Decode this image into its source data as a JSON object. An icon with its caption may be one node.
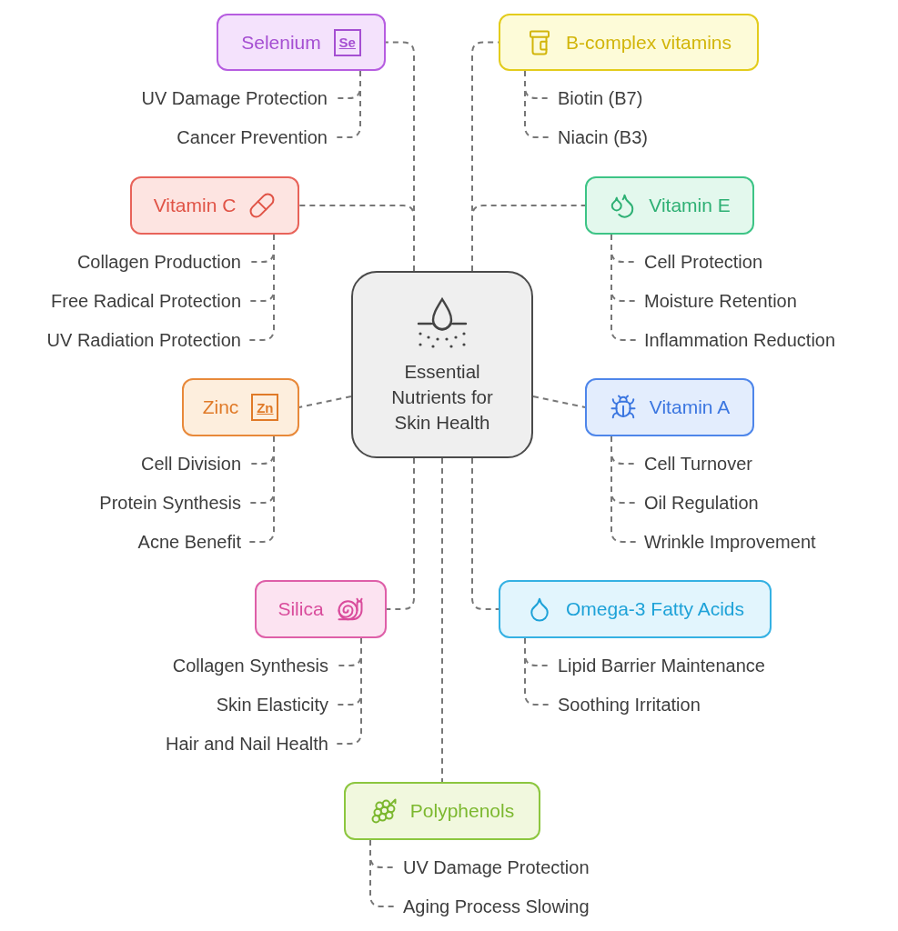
{
  "diagram": {
    "nodes": [
      {
        "text": [
          "Essential Nutrients for Skin Health"
        ]
      },
      {
        "text": [
          "Selenium",
          "Se"
        ]
      },
      {
        "text": [
          "UV Damage Protection"
        ]
      },
      {
        "text": [
          "Cancer Prevention"
        ]
      },
      {
        "text": [
          "B-complex vitamins"
        ]
      },
      {
        "text": [
          "Biotin (B7)"
        ]
      },
      {
        "text": [
          "Niacin (B3)"
        ]
      },
      {
        "text": [
          "Vitamin C"
        ]
      },
      {
        "text": [
          "Collagen Production"
        ]
      },
      {
        "text": [
          "Free Radical Protection"
        ]
      },
      {
        "text": [
          "UV Radiation Protection"
        ]
      },
      {
        "text": [
          "Vitamin E"
        ]
      },
      {
        "text": [
          "Cell Protection"
        ]
      },
      {
        "text": [
          "Moisture Retention"
        ]
      },
      {
        "text": [
          "Inflammation Reduction"
        ]
      },
      {
        "text": [
          "Zinc",
          "Zn"
        ]
      },
      {
        "text": [
          "Cell Division"
        ]
      },
      {
        "text": [
          "Protein Synthesis"
        ]
      },
      {
        "text": [
          "Acne Benefit"
        ]
      },
      {
        "text": [
          "Vitamin A"
        ]
      },
      {
        "text": [
          "Cell Turnover"
        ]
      },
      {
        "text": [
          "Oil Regulation"
        ]
      },
      {
        "text": [
          "Wrinkle Improvement"
        ]
      },
      {
        "text": [
          "Silica"
        ]
      },
      {
        "text": [
          "Collagen Synthesis"
        ]
      },
      {
        "text": [
          "Skin Elasticity"
        ]
      },
      {
        "text": [
          "Hair and Nail Health"
        ]
      },
      {
        "text": [
          "Omega-3 Fatty Acids"
        ]
      },
      {
        "text": [
          "Lipid Barrier Maintenance"
        ]
      },
      {
        "text": [
          "Soothing Irritation"
        ]
      },
      {
        "text": [
          "Polyphenols"
        ]
      },
      {
        "text": [
          "UV Damage Protection"
        ]
      },
      {
        "text": [
          "Aging Process Slowing"
        ]
      }
    ],
    "edges": [
      {
        "from": 0,
        "to": 1,
        "arrow": "none",
        "style": "dashed"
      },
      {
        "from": 1,
        "to": 2,
        "arrow": "none",
        "style": "dashed"
      },
      {
        "from": 1,
        "to": 3,
        "arrow": "none",
        "style": "dashed"
      },
      {
        "from": 0,
        "to": 4,
        "arrow": "none",
        "style": "dashed"
      },
      {
        "from": 4,
        "to": 5,
        "arrow": "none",
        "style": "dashed"
      },
      {
        "from": 4,
        "to": 6,
        "arrow": "none",
        "style": "dashed"
      },
      {
        "from": 0,
        "to": 7,
        "arrow": "none",
        "style": "dashed"
      },
      {
        "from": 7,
        "to": 8,
        "arrow": "none",
        "style": "dashed"
      },
      {
        "from": 7,
        "to": 9,
        "arrow": "none",
        "style": "dashed"
      },
      {
        "from": 7,
        "to": 10,
        "arrow": "none",
        "style": "dashed"
      },
      {
        "from": 0,
        "to": 11,
        "arrow": "none",
        "style": "dashed"
      },
      {
        "from": 11,
        "to": 12,
        "arrow": "none",
        "style": "dashed"
      },
      {
        "from": 11,
        "to": 13,
        "arrow": "none",
        "style": "dashed"
      },
      {
        "from": 11,
        "to": 14,
        "arrow": "none",
        "style": "dashed"
      },
      {
        "from": 0,
        "to": 15,
        "arrow": "none",
        "style": "dashed"
      },
      {
        "from": 15,
        "to": 16,
        "arrow": "none",
        "style": "dashed"
      },
      {
        "from": 15,
        "to": 17,
        "arrow": "none",
        "style": "dashed"
      },
      {
        "from": 15,
        "to": 18,
        "arrow": "none",
        "style": "dashed"
      },
      {
        "from": 0,
        "to": 19,
        "arrow": "none",
        "style": "dashed"
      },
      {
        "from": 19,
        "to": 20,
        "arrow": "none",
        "style": "dashed"
      },
      {
        "from": 19,
        "to": 21,
        "arrow": "none",
        "style": "dashed"
      },
      {
        "from": 19,
        "to": 22,
        "arrow": "none",
        "style": "dashed"
      },
      {
        "from": 0,
        "to": 23,
        "arrow": "none",
        "style": "dashed"
      },
      {
        "from": 23,
        "to": 24,
        "arrow": "none",
        "style": "dashed"
      },
      {
        "from": 23,
        "to": 25,
        "arrow": "none",
        "style": "dashed"
      },
      {
        "from": 23,
        "to": 26,
        "arrow": "none",
        "style": "dashed"
      },
      {
        "from": 0,
        "to": 27,
        "arrow": "none",
        "style": "dashed"
      },
      {
        "from": 27,
        "to": 28,
        "arrow": "none",
        "style": "dashed"
      },
      {
        "from": 27,
        "to": 29,
        "arrow": "none",
        "style": "dashed"
      },
      {
        "from": 0,
        "to": 30,
        "arrow": "none",
        "style": "dashed"
      },
      {
        "from": 30,
        "to": 31,
        "arrow": "none",
        "style": "dashed"
      },
      {
        "from": 30,
        "to": 32,
        "arrow": "none",
        "style": "dashed"
      }
    ]
  }
}
